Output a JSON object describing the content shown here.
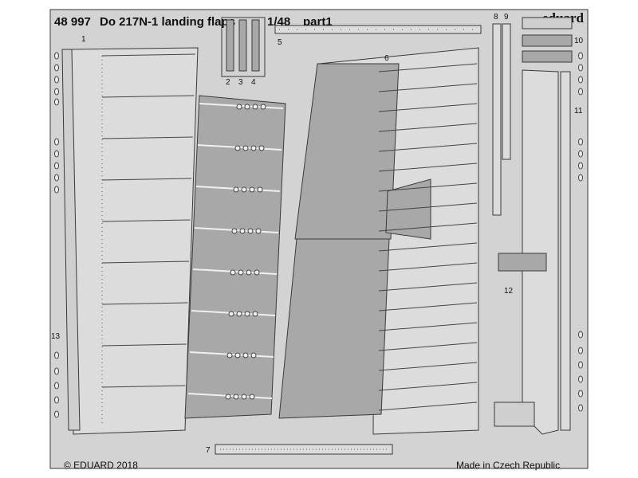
{
  "header": {
    "set_number": "48 997",
    "title": "Do 217N-1  landing flaps",
    "scale": "1/48",
    "part": "part1",
    "brand": "eduard"
  },
  "footer": {
    "copyright": "© EDUARD 2018",
    "origin": "Made in Czech Republic"
  },
  "part_numbers": {
    "p1": "1",
    "p2": "2",
    "p3": "3",
    "p4": "4",
    "p5": "5",
    "p6": "6",
    "p7": "7",
    "p8": "8",
    "p9": "9",
    "p10": "10",
    "p11": "11",
    "p12": "12",
    "p13": "13"
  },
  "colors": {
    "fret": "#d3d3d3",
    "part_dark": "#a8a8a8",
    "outline": "#3a3a3a",
    "background": "#ffffff"
  }
}
